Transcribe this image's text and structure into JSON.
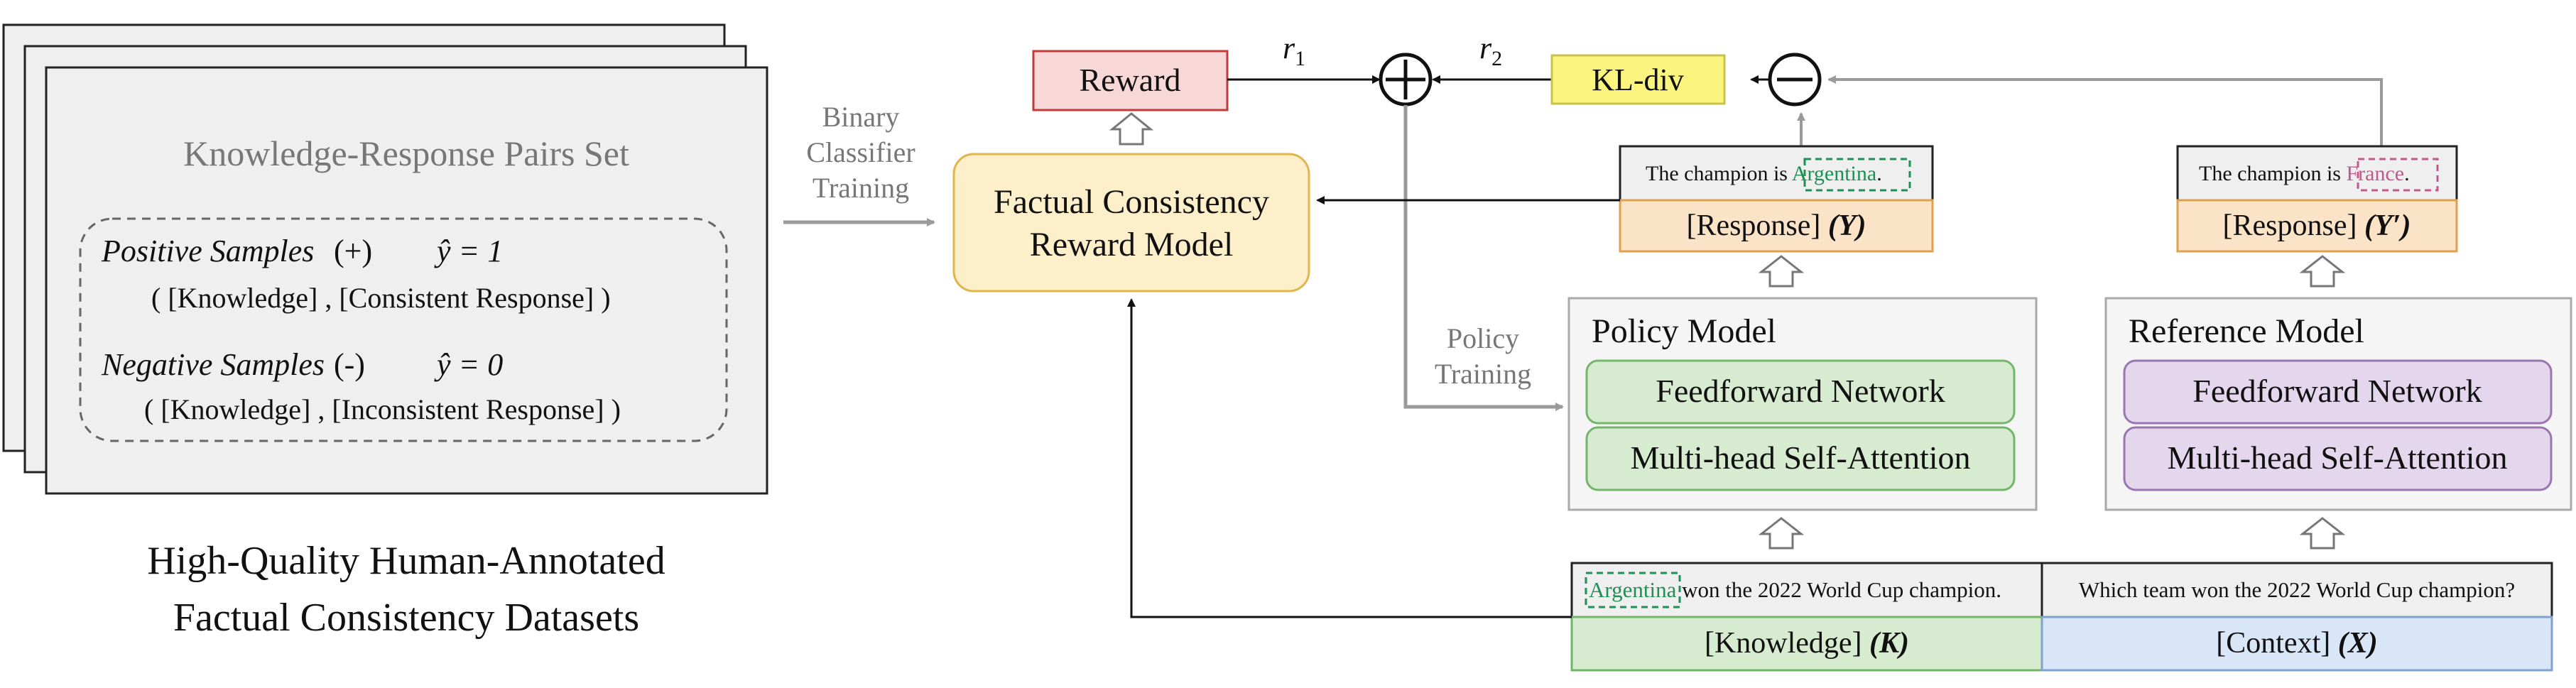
{
  "dataset": {
    "title": "Knowledge-Response Pairs Set",
    "positive_label": "Positive Samples",
    "positive_sign": "(+)",
    "positive_y": "ŷ = 1",
    "positive_pair": "( [Knowledge] , [Consistent Response] )",
    "negative_label": "Negative Samples",
    "negative_sign": "(-)",
    "negative_y": "ŷ = 0",
    "negative_pair": "( [Knowledge] , [Inconsistent Response] )",
    "caption_line1": "High-Quality Human-Annotated",
    "caption_line2": "Factual Consistency Datasets"
  },
  "binary_label": [
    "Binary",
    "Classifier",
    "Training"
  ],
  "reward_model": [
    "Factual Consistency",
    "Reward Model"
  ],
  "reward": "Reward",
  "r1": "r",
  "r1_sub": "1",
  "r2": "r",
  "r2_sub": "2",
  "kl": "KL-div",
  "policy_training": [
    "Policy",
    "Training"
  ],
  "response_policy": {
    "prefix": "The champion is ",
    "highlight": "Argentina",
    "suffix": ".",
    "label": "[Response]",
    "symbol": "(Y)"
  },
  "response_ref": {
    "prefix": "The champion is ",
    "highlight": "France",
    "suffix": ".",
    "label": "[Response]",
    "symbol": "(Y′)"
  },
  "policy_model": {
    "title": "Policy Model",
    "layer1": "Feedforward Network",
    "layer2": "Multi-head Self-Attention"
  },
  "reference_model": {
    "title": "Reference Model",
    "layer1": "Feedforward Network",
    "layer2": "Multi-head Self-Attention"
  },
  "knowledge": {
    "highlight": "Argentina",
    "text": " won the 2022 World Cup champion.",
    "label": "[Knowledge]",
    "symbol": "(K)"
  },
  "context": {
    "text": "Which team won the 2022 World Cup champion?",
    "label": "[Context]",
    "symbol": "(X)"
  },
  "colors": {
    "gray_fill": "#efefef",
    "reward_fill": "#f8d7d7",
    "reward_stroke": "#c23b3b",
    "reward_model_fill": "#fdefc9",
    "reward_model_stroke": "#e2b54c",
    "kl_fill": "#fbf57f",
    "kl_stroke": "#c8c24a",
    "response_fill": "#fbe3c8",
    "response_stroke": "#e1a04d",
    "green_fill": "#d6ebd0",
    "green_stroke": "#73b66a",
    "purple_fill": "#e4d6ec",
    "purple_stroke": "#9a76b1",
    "blue_fill": "#d8e6f7",
    "blue_stroke": "#7fa3cf",
    "highlight_green": "#1e8f55",
    "highlight_pink": "#c05a8c",
    "arrow_gray": "#9a9a9a"
  }
}
